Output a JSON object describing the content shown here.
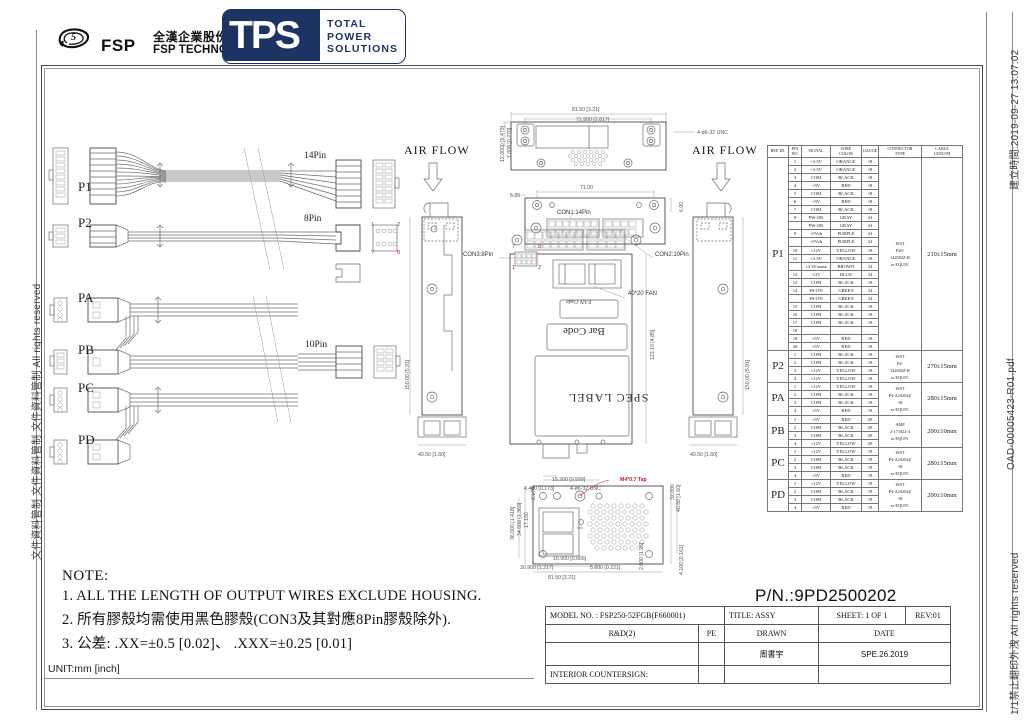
{
  "document": {
    "unit_note": "UNIT:mm [inch]",
    "part_number": "P/N.:9PD2500202"
  },
  "header": {
    "fsp": {
      "wordmark": "FSP",
      "company_cn": "全漢企業股份有限公司",
      "company_en": "FSP TECHNOLOGY INC."
    },
    "tps": {
      "letters": "TPS",
      "line1": "TOTAL",
      "line2": "POWER",
      "line3": "SOLUTIONS",
      "brand_color": "#1d3463"
    }
  },
  "edge_text": {
    "left": "文件資料管制 文件資料管制 文件資料管制 All rights reserved",
    "right_top": "建立時間:2019-09-27 13:07:02",
    "right_middle": "OAD-00005423-R01.pdf",
    "right_bottom": "1/1禁止翻印外洩 All rights reserved"
  },
  "harness": {
    "connectors": [
      {
        "id": "P1",
        "label": "P1"
      },
      {
        "id": "P2",
        "label": "P2"
      },
      {
        "id": "PA",
        "label": "PA"
      },
      {
        "id": "PB",
        "label": "PB"
      },
      {
        "id": "PC",
        "label": "PC"
      },
      {
        "id": "PD",
        "label": "PD"
      }
    ],
    "terminals": [
      {
        "id": "t14",
        "label": "14Pin"
      },
      {
        "id": "t8",
        "label": "8Pin"
      },
      {
        "id": "t10",
        "label": "10Pin"
      }
    ],
    "pin_marks_8pin": [
      "1",
      "2",
      "7",
      "8"
    ]
  },
  "mechanical": {
    "air_flow_left": "AIR  FLOW",
    "air_flow_right": "AIR  FLOW",
    "labels": {
      "con1": "CON1:14Pin",
      "con2": "CON2:10Pin",
      "con3": "CON3:8Pin",
      "fan": "40*20 FAN",
      "ean": "EAN Code",
      "barcode": "Bar Code",
      "spec_label": "SPEC LABEL",
      "screw_top": "4-ø6-32 UNC",
      "screw_bottom": "4-ø6-32 UNC",
      "tap": "M4*0.7 Tap"
    },
    "dimensions": {
      "top_overall": "81.50 [3.21]",
      "top_inner": "71.500 [2.817]",
      "left_h1": "12.0000 [0.473]",
      "left_h2": "7.000 [0.276]",
      "offset_525": "5.25",
      "front_width": "71.00",
      "right_600": "6.00",
      "body_height": "123.10 [4.85]",
      "side_height_left": "150.00 [5.91]",
      "side_height_right": "150.00 [5.91]",
      "depth_left": "40.50 [1.60]",
      "depth_right": "40.50 [1.60]",
      "bot_15200": "15.200 [0.599]",
      "bot_4400": "4.400 [0.173]",
      "bot_36000": "36.000 [1.418]",
      "bot_34600": "34.600 [1.363]",
      "bot_17100": "17.100",
      "bot_2674": "2.674",
      "bot_16900": "16.900 [0.666]",
      "bot_30900": "30.900 [1.217]",
      "bot_5600": "5.600 [0.221]",
      "bot_8150": "81.50 [3.21]",
      "bot_4050": "40.50 [1.60]",
      "bot_32000": "32.000",
      "bot_4100": "4.100 [0.161]",
      "bot_2000": "2.000 [1.26]"
    }
  },
  "wire_table": {
    "columns": [
      "REF. ID.",
      "PIN NO.",
      "SIGNAL",
      "WIRE COLOR",
      "GAUGE",
      "CONNECTOR TYPE",
      "CABLE LENGTH"
    ],
    "groups": [
      {
        "ref": "P1",
        "connector_type": "WST\nP20-\n142002Z-B\nor  EQUIV.",
        "cable_length": "210±15mm",
        "rows": [
          {
            "pin": "1",
            "signal": "+3.3V",
            "color": "ORANGE",
            "gauge": "18"
          },
          {
            "pin": "2",
            "signal": "+3.3V",
            "color": "ORANGE",
            "gauge": "18"
          },
          {
            "pin": "3",
            "signal": "COM",
            "color": "BLACK",
            "gauge": "18"
          },
          {
            "pin": "4",
            "signal": "+5V",
            "color": "RED",
            "gauge": "18"
          },
          {
            "pin": "5",
            "signal": "COM",
            "color": "BLACK",
            "gauge": "18"
          },
          {
            "pin": "6",
            "signal": "+5V",
            "color": "RED",
            "gauge": "18"
          },
          {
            "pin": "7",
            "signal": "COM",
            "color": "BLACK",
            "gauge": "18"
          },
          {
            "pin": "8",
            "signal": "PW-OK",
            "color": "GRAY",
            "gauge": "24"
          },
          {
            "pin": "",
            "signal": "PW-OK",
            "color": "GRAY",
            "gauge": "24"
          },
          {
            "pin": "9",
            "signal": "+5Vsb",
            "color": "PURPLE",
            "gauge": "24"
          },
          {
            "pin": "",
            "signal": "+5Vsb",
            "color": "PURPLE",
            "gauge": "24"
          },
          {
            "pin": "10",
            "signal": "+12V",
            "color": "YELLOW",
            "gauge": "18"
          },
          {
            "pin": "11",
            "signal": "+3.3V",
            "color": "ORANGE",
            "gauge": "18"
          },
          {
            "pin": "",
            "signal": "+3.3Vsense",
            "color": "BROWN",
            "gauge": "24"
          },
          {
            "pin": "12",
            "signal": "-12V",
            "color": "BLUE",
            "gauge": "24"
          },
          {
            "pin": "13",
            "signal": "COM",
            "color": "BLACK",
            "gauge": "18"
          },
          {
            "pin": "14",
            "signal": "PS-ON",
            "color": "GREEN",
            "gauge": "24"
          },
          {
            "pin": "",
            "signal": "PS-ON",
            "color": "GREEN",
            "gauge": "24"
          },
          {
            "pin": "15",
            "signal": "COM",
            "color": "BLACK",
            "gauge": "18"
          },
          {
            "pin": "16",
            "signal": "COM",
            "color": "BLACK",
            "gauge": "18"
          },
          {
            "pin": "17",
            "signal": "COM",
            "color": "BLACK",
            "gauge": "18"
          },
          {
            "pin": "18",
            "signal": "",
            "color": "",
            "gauge": ""
          },
          {
            "pin": "19",
            "signal": "+5V",
            "color": "RED",
            "gauge": "18"
          },
          {
            "pin": "20",
            "signal": "+5V",
            "color": "RED",
            "gauge": "18"
          }
        ]
      },
      {
        "ref": "P2",
        "connector_type": "WST\nP4-\n142002Z-B\nor  EQUIV.",
        "cable_length": "270±15mm",
        "rows": [
          {
            "pin": "1",
            "signal": "COM",
            "color": "BLACK",
            "gauge": "18"
          },
          {
            "pin": "2",
            "signal": "COM",
            "color": "BLACK",
            "gauge": "18"
          },
          {
            "pin": "3",
            "signal": "+12V",
            "color": "YELLOW",
            "gauge": "18"
          },
          {
            "pin": "4",
            "signal": "+12V",
            "color": "YELLOW",
            "gauge": "18"
          }
        ]
      },
      {
        "ref": "PA",
        "connector_type": "WST\nP4-A10202Z\n-B\nor  EQUIV.",
        "cable_length": "280±15mm",
        "rows": [
          {
            "pin": "1",
            "signal": "+12V",
            "color": "YELLOW",
            "gauge": "18"
          },
          {
            "pin": "2",
            "signal": "COM",
            "color": "BLACK",
            "gauge": "18"
          },
          {
            "pin": "3",
            "signal": "COM",
            "color": "BLACK",
            "gauge": "18"
          },
          {
            "pin": "4",
            "signal": "+5V",
            "color": "RED",
            "gauge": "18"
          }
        ]
      },
      {
        "ref": "PB",
        "connector_type": "AMP\n2-171822-4\nor  EQUIV.",
        "cable_length": "200±10mm",
        "rows": [
          {
            "pin": "1",
            "signal": "+5V",
            "color": "RED",
            "gauge": "20"
          },
          {
            "pin": "2",
            "signal": "COM",
            "color": "BLACK",
            "gauge": "20"
          },
          {
            "pin": "3",
            "signal": "COM",
            "color": "BLACK",
            "gauge": "20"
          },
          {
            "pin": "4",
            "signal": "+12V",
            "color": "YELLOW",
            "gauge": "20"
          }
        ]
      },
      {
        "ref": "PC",
        "connector_type": "WST\nP4-A10202Z\n-B\nor  EQUIV.",
        "cable_length": "280±15mm",
        "rows": [
          {
            "pin": "1",
            "signal": "+12V",
            "color": "YELLOW",
            "gauge": "18"
          },
          {
            "pin": "2",
            "signal": "COM",
            "color": "BLACK",
            "gauge": "18"
          },
          {
            "pin": "3",
            "signal": "COM",
            "color": "BLACK",
            "gauge": "18"
          },
          {
            "pin": "4",
            "signal": "+5V",
            "color": "RED",
            "gauge": "18"
          }
        ]
      },
      {
        "ref": "PD",
        "connector_type": "WST\nP4-A10202Z\n-B\nor  EQUIV.",
        "cable_length": "200±10mm",
        "rows": [
          {
            "pin": "1",
            "signal": "+12V",
            "color": "YELLOW",
            "gauge": "18"
          },
          {
            "pin": "2",
            "signal": "COM",
            "color": "BLACK",
            "gauge": "18"
          },
          {
            "pin": "3",
            "signal": "COM",
            "color": "BLACK",
            "gauge": "18"
          },
          {
            "pin": "4",
            "signal": "+5V",
            "color": "RED",
            "gauge": "18"
          }
        ]
      }
    ]
  },
  "notes": {
    "heading": "NOTE:",
    "items": [
      "1.  ALL THE LENGTH OF OUTPUT WIRES EXCLUDE HOUSING.",
      "2.  所有膠殼均需使用黑色膠殼(CON3及其對應8Pin膠殼除外).",
      "3.  公差: .XX=±0.5 [0.02]、 .XXX=±0.25 [0.01]"
    ]
  },
  "title_block": {
    "model_label": "MODEL NO. :",
    "model_value": "FSP250-52FGB(F660001)",
    "title_label": "TITLE:",
    "title_value": "ASSY",
    "sheet": "SHEET:  1  OF  1",
    "rev": "REV:01",
    "rd_label": "R&D(2)",
    "pe_label": "PE",
    "drawn_label": "DRAWN",
    "date_label": "DATE",
    "rd_value": "",
    "pe_value": "",
    "drawn_value": "周書宇",
    "date_value": "SPE.26.2019",
    "countersign_label": "INTERIOR COUNTERSIGN:"
  }
}
